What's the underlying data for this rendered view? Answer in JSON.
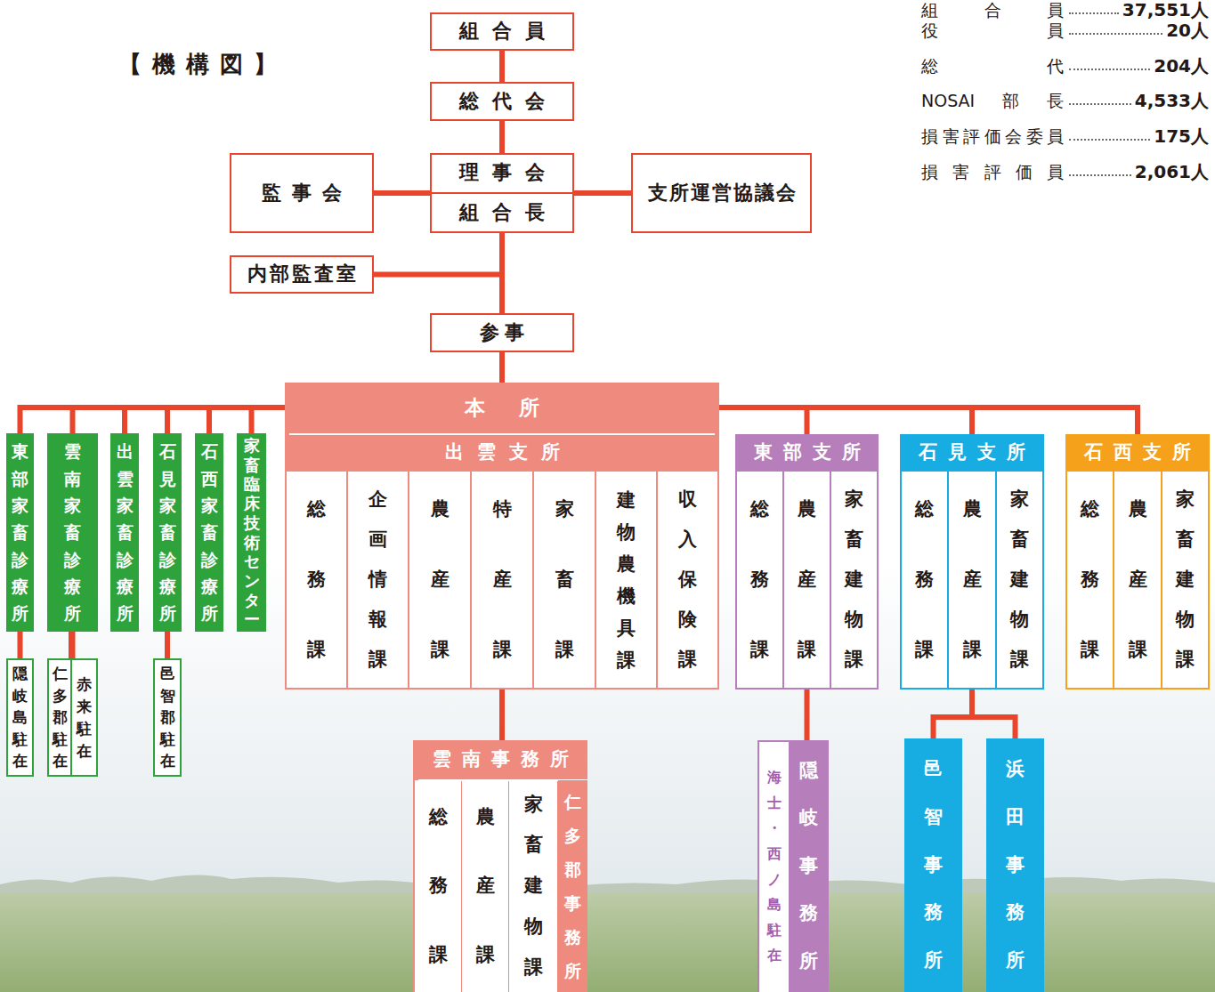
{
  "diagram": {
    "title": "【機構図】",
    "nodes": [
      {
        "text": [
          "組合員"
        ]
      },
      {
        "text": [
          "総代会"
        ]
      },
      {
        "text": [
          "監事会"
        ]
      },
      {
        "text": [
          "理事会",
          "組合長"
        ]
      },
      {
        "text": [
          "支所運営協議会"
        ]
      },
      {
        "text": [
          "内部監査室"
        ]
      },
      {
        "text": [
          "参事"
        ]
      },
      {
        "text": [
          "東部家畜診療所"
        ]
      },
      {
        "text": [
          "雲南家畜診療所"
        ]
      },
      {
        "text": [
          "出雲家畜診療所"
        ]
      },
      {
        "text": [
          "石見家畜診療所"
        ]
      },
      {
        "text": [
          "石西家畜診療所"
        ]
      },
      {
        "text": [
          "家畜臨床技術センター"
        ]
      },
      {
        "text": [
          "隠岐島駐在"
        ]
      },
      {
        "text": [
          "仁多郡駐在"
        ]
      },
      {
        "text": [
          "赤来駐在"
        ]
      },
      {
        "text": [
          "邑智郡駐在"
        ]
      },
      {
        "text": [
          "本所",
          "出雲支所"
        ]
      },
      {
        "text": [
          "総務課"
        ],
        "in": 17
      },
      {
        "text": [
          "企画情報課"
        ],
        "in": 17
      },
      {
        "text": [
          "農産課"
        ],
        "in": 17
      },
      {
        "text": [
          "特産課"
        ],
        "in": 17
      },
      {
        "text": [
          "家畜課"
        ],
        "in": 17
      },
      {
        "text": [
          "建物農機具課"
        ],
        "in": 17
      },
      {
        "text": [
          "収入保険課"
        ],
        "in": 17
      },
      {
        "text": [
          "東部支所"
        ]
      },
      {
        "text": [
          "総務課"
        ],
        "in": 25
      },
      {
        "text": [
          "農産課"
        ],
        "in": 25
      },
      {
        "text": [
          "家畜建物課"
        ],
        "in": 25
      },
      {
        "text": [
          "石見支所"
        ]
      },
      {
        "text": [
          "総務課"
        ],
        "in": 29
      },
      {
        "text": [
          "農産課"
        ],
        "in": 29
      },
      {
        "text": [
          "家畜建物課"
        ],
        "in": 29
      },
      {
        "text": [
          "石西支所"
        ]
      },
      {
        "text": [
          "総務課"
        ],
        "in": 33
      },
      {
        "text": [
          "農産課"
        ],
        "in": 33
      },
      {
        "text": [
          "家畜建物課"
        ],
        "in": 33
      },
      {
        "text": [
          "雲南事務所"
        ]
      },
      {
        "text": [
          "総務課"
        ],
        "in": 37
      },
      {
        "text": [
          "農産課"
        ],
        "in": 37
      },
      {
        "text": [
          "家畜建物課"
        ],
        "in": 37
      },
      {
        "text": [
          "仁多郡事務所"
        ],
        "in": 37
      },
      {
        "text": [
          "隠岐事務所"
        ]
      },
      {
        "text": [
          "海士・西ノ島駐在"
        ],
        "in": 42
      },
      {
        "text": [
          "邑智事務所"
        ]
      },
      {
        "text": [
          "浜田事務所"
        ]
      }
    ],
    "edges": [
      {
        "from": 0,
        "to": 1,
        "arrow": "none"
      },
      {
        "from": 1,
        "to": 3,
        "arrow": "none"
      },
      {
        "from": 3,
        "to": 2,
        "arrow": "none"
      },
      {
        "from": 3,
        "to": 4,
        "arrow": "none"
      },
      {
        "from": 3,
        "to": 5,
        "arrow": "none"
      },
      {
        "from": 3,
        "to": 6,
        "arrow": "none"
      },
      {
        "from": 6,
        "to": 17,
        "arrow": "none"
      },
      {
        "from": 6,
        "to": 7,
        "arrow": "none"
      },
      {
        "from": 6,
        "to": 8,
        "arrow": "none"
      },
      {
        "from": 6,
        "to": 9,
        "arrow": "none"
      },
      {
        "from": 6,
        "to": 10,
        "arrow": "none"
      },
      {
        "from": 6,
        "to": 11,
        "arrow": "none"
      },
      {
        "from": 6,
        "to": 12,
        "arrow": "none"
      },
      {
        "from": 6,
        "to": 25,
        "arrow": "none"
      },
      {
        "from": 6,
        "to": 29,
        "arrow": "none"
      },
      {
        "from": 6,
        "to": 33,
        "arrow": "none"
      },
      {
        "from": 7,
        "to": 13,
        "arrow": "none"
      },
      {
        "from": 8,
        "to": 14,
        "arrow": "none"
      },
      {
        "from": 8,
        "to": 15,
        "arrow": "none"
      },
      {
        "from": 10,
        "to": 16,
        "arrow": "none"
      },
      {
        "from": 17,
        "to": 37,
        "arrow": "none"
      },
      {
        "from": 25,
        "to": 42,
        "arrow": "none"
      },
      {
        "from": 29,
        "to": 44,
        "arrow": "none"
      },
      {
        "from": 29,
        "to": 45,
        "arrow": "none"
      }
    ],
    "labels": [
      "組合員",
      "37,551人",
      "役員",
      "20人",
      "総代",
      "204人",
      "NOSAI部長",
      "4,533人",
      "損害評価会委員",
      "175人",
      "損害評価員",
      "2,061人"
    ]
  }
}
